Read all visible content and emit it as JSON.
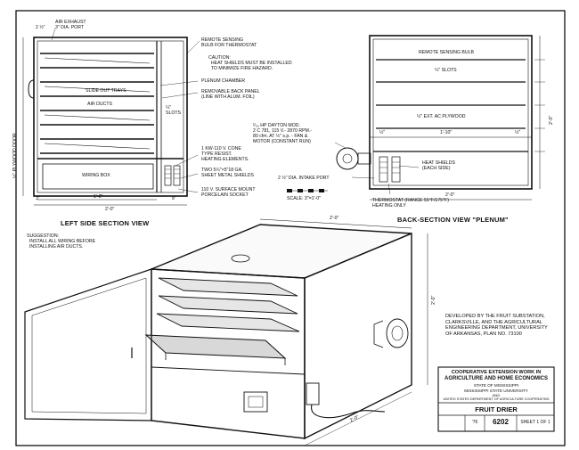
{
  "left_view": {
    "title": "LEFT SIDE SECTION VIEW",
    "labels": {
      "air_exhaust": "AIR EXHAUST\n3\" DIA. PORT",
      "dim_top": "2 ½\"",
      "remote_bulb": "REMOTE SENSING\nBULB FOR THERMOSTAT",
      "caution": "CAUTION:\n  HEAT SHIELDS MUST BE INSTALLED\n  TO MINIMIZE FIRE HAZARD.",
      "plenum": "PLENUM CHAMBER",
      "slide_trays": "SLIDE OUT TRAYS",
      "air_ducts": "AIR DUCTS",
      "back_panel": "REMOVABLE BACK PANEL\n(LINE WITH ALUM. FOIL)",
      "slots": "¼\"\nSLOTS",
      "heating": "1 KW-110 V. CONE\nTYPE RESIST.\nHEATING ELEMENTS.",
      "heat_shields": "TWO 5¼\"×5\"18 GA.\nSHEET METAL SHIELDS",
      "socket": "110 V. SURFACE MOUNT\nPORCELAIN SOCKET",
      "wiring_box": "WIRING BOX",
      "door": "½\" PLYWOOD DOOR",
      "dim_1_8": "1'-8\"",
      "dim_2_0": "2'-0\"",
      "dim_8": "8\"",
      "dim_3": "3\""
    }
  },
  "back_view": {
    "title": "BACK-SECTION VIEW \"PLENUM\"",
    "labels": {
      "remote_bulb": "REMOTE SENSING BULB",
      "slots": "¼\" SLOTS",
      "plywood": "½\" EXT. AC PLYWOOD",
      "fan": "¹⁄₃₀ HP DAYTON MOD.\n2 C 781, 115 V.- 2870 RPM.-\n80 cfm. AT ½\" s.p. - FAN &\nMOTOR (CONSTANT RUN)",
      "heat_shields": "HEAT SHIELDS\n(EACH SIDE)",
      "intake": "2 ½\" DIA. INTAKE PORT",
      "thermostat": "THERMOSTAT (RANGE 55°F/175°F)\nHEATING ONLY",
      "dim_half_l": "½\"",
      "dim_1_10": "1'-10\"",
      "dim_half_r": "½\"",
      "dim_2_0": "2'-0\"",
      "dim_side": "2'-0\"",
      "scale": "SCALE: 3\"=1'-0\""
    }
  },
  "iso_view": {
    "suggestion": "SUGGESTION:\n  INSTALL ALL WIRING BEFORE\n  INSTALLING AIR DUCTS.",
    "dim_top": "2'-0\"",
    "dim_height": "2'-0\"",
    "dim_depth": "2'-0\""
  },
  "credits": "DEVELOPED BY THE FRUIT SUBSTATION,\nCLARKSVILLE, AND THE AGRICULTURAL\nENGINEERING DEPARTMENT, UNIVERSITY\nOF ARKANSAS, PLAN NO. 73100",
  "title_block": {
    "line1": "COOPERATIVE EXTENSION WORK IN",
    "line2": "AGRICULTURE AND HOME ECONOMICS",
    "line3": "STATE OF MISSISSIPPI",
    "line4": "MISSISSIPPI STATE UNIVERSITY",
    "line5": "AND",
    "line6": "UNITED STATES DEPARTMENT OF AGRICULTURE COOPERATING",
    "drawing_title": "FRUIT DRIER",
    "date": "'76",
    "number": "6202",
    "sheet": "SHEET 1 OF 1"
  }
}
